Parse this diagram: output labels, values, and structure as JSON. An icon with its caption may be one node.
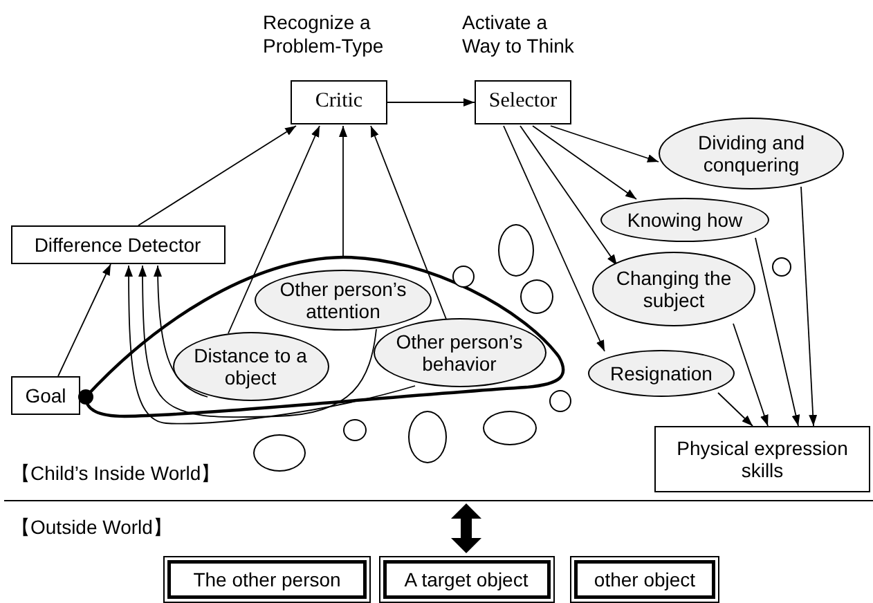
{
  "diagram": {
    "nodes": [
      {
        "text": [
          "Critic"
        ],
        "beside": [
          "Recognize a Problem-Type"
        ]
      },
      {
        "text": [
          "Selector"
        ],
        "beside": [
          "Activate a Way to Think"
        ]
      },
      {
        "text": [
          "Difference Detector"
        ]
      },
      {
        "text": [
          "Goal"
        ]
      },
      {
        "text": [],
        "shape": "loop"
      },
      {
        "text": [
          "Other person’s attention"
        ],
        "in": 4
      },
      {
        "text": [
          "Distance to a object"
        ],
        "in": 4
      },
      {
        "text": [
          "Other person’s behavior"
        ],
        "in": 4
      },
      {
        "text": [
          "Dividing and conquering"
        ]
      },
      {
        "text": [
          "Knowing how"
        ]
      },
      {
        "text": [
          "Changing the subject"
        ]
      },
      {
        "text": [
          "Resignation"
        ]
      },
      {
        "text": [
          "Physical expression skills"
        ]
      },
      {
        "text": [
          "The other person"
        ]
      },
      {
        "text": [
          "A target object"
        ]
      },
      {
        "text": [
          "other object"
        ]
      },
      {
        "text": [],
        "shape": "circle"
      },
      {
        "text": [],
        "shape": "circle"
      },
      {
        "text": [],
        "shape": "circle"
      },
      {
        "text": [],
        "shape": "circle"
      },
      {
        "text": [],
        "shape": "circle"
      },
      {
        "text": [],
        "shape": "circle"
      },
      {
        "text": [],
        "shape": "circle"
      },
      {
        "text": [],
        "shape": "circle"
      },
      {
        "text": [],
        "shape": "circle"
      }
    ],
    "edges": [
      {
        "from": 2,
        "to": 0,
        "arrow": "to"
      },
      {
        "from": 3,
        "to": 2,
        "arrow": "to"
      },
      {
        "from": 6,
        "to": 2,
        "arrow": "to"
      },
      {
        "from": 5,
        "to": 2,
        "arrow": "to"
      },
      {
        "from": 7,
        "to": 2,
        "arrow": "to"
      },
      {
        "from": 6,
        "to": 0,
        "arrow": "to"
      },
      {
        "from": 4,
        "to": 0,
        "arrow": "to"
      },
      {
        "from": 7,
        "to": 0,
        "arrow": "to"
      },
      {
        "from": 0,
        "to": 1,
        "arrow": "to"
      },
      {
        "from": 1,
        "to": 11,
        "arrow": "to"
      },
      {
        "from": 1,
        "to": 10,
        "arrow": "to"
      },
      {
        "from": 1,
        "to": 9,
        "arrow": "to"
      },
      {
        "from": 1,
        "to": 8,
        "arrow": "to"
      },
      {
        "from": 11,
        "to": 12,
        "arrow": "to"
      },
      {
        "from": 10,
        "to": 12,
        "arrow": "to"
      },
      {
        "from": 9,
        "to": 12,
        "arrow": "to"
      },
      {
        "from": 8,
        "to": 12,
        "arrow": "to"
      }
    ],
    "labels": [
      "【Child’s Inside World】",
      "【Outside World】"
    ]
  }
}
